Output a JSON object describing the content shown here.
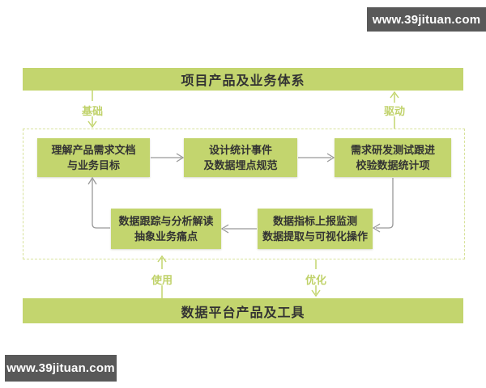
{
  "watermarks": {
    "top": "www.39jituan.com",
    "bottom": "www.39jituan.com"
  },
  "top_bar": {
    "label": "项目产品及业务体系"
  },
  "bottom_bar": {
    "label": "数据平台产品及工具"
  },
  "edge_labels": {
    "foundation": "基础",
    "drive": "驱动",
    "use": "使用",
    "optimize": "优化"
  },
  "flow_boxes": [
    {
      "id": "understand-requirements",
      "line1": "理解产品需求文档",
      "line2": "与业务目标"
    },
    {
      "id": "design-events",
      "line1": "设计统计事件",
      "line2": "及数据埋点规范"
    },
    {
      "id": "dev-test-follow",
      "line1": "需求研发测试跟进",
      "line2": "校验数据统计项"
    },
    {
      "id": "data-tracking-analysis",
      "line1": "数据跟踪与分析解读",
      "line2": "抽象业务痛点"
    },
    {
      "id": "metric-monitoring",
      "line1": "数据指标上报监测",
      "line2": "数据提取与可视化操作"
    }
  ],
  "colors": {
    "green": "#c3d56e",
    "dashed_green": "#d8e29c",
    "label_green": "#c0d26a",
    "arrow_gray": "#999999",
    "banner_gray": "#595959",
    "text_dark": "#333333"
  }
}
